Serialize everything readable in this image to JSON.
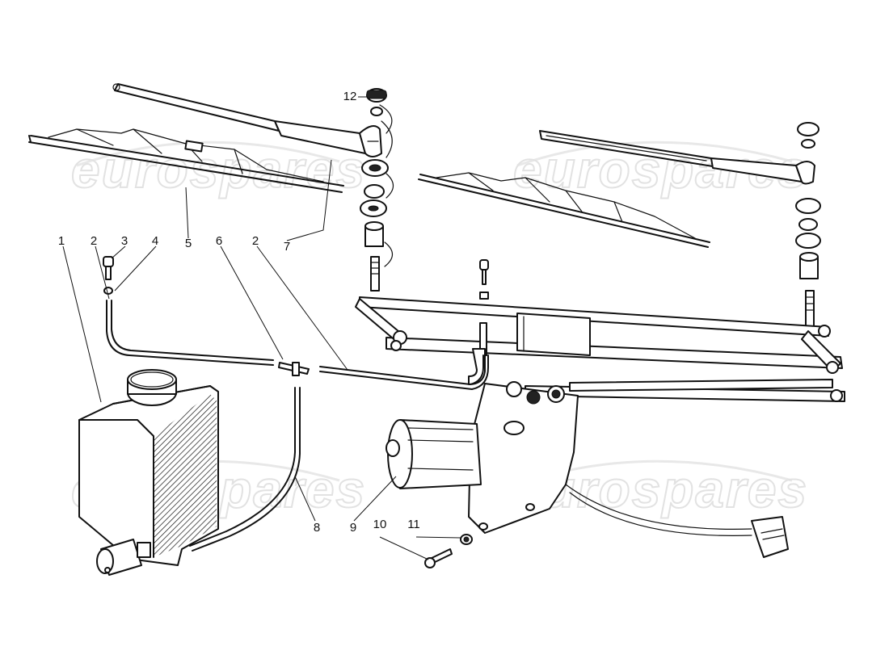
{
  "watermark": "eurospares",
  "callouts": [
    {
      "label": "1",
      "part": "washer-reservoir"
    },
    {
      "label": "2",
      "part": "washer-hose"
    },
    {
      "label": "3",
      "part": "washer-nozzle"
    },
    {
      "label": "4",
      "part": "nozzle-washer"
    },
    {
      "label": "5",
      "part": "wiper-blade"
    },
    {
      "label": "6",
      "part": "hose-t-connector"
    },
    {
      "label": "2",
      "part": "washer-hose"
    },
    {
      "label": "7",
      "part": "wiper-arm"
    },
    {
      "label": "8",
      "part": "pump-hose"
    },
    {
      "label": "9",
      "part": "wiper-motor"
    },
    {
      "label": "10",
      "part": "bolt"
    },
    {
      "label": "11",
      "part": "nut"
    },
    {
      "label": "12",
      "part": "spindle-cap"
    }
  ]
}
